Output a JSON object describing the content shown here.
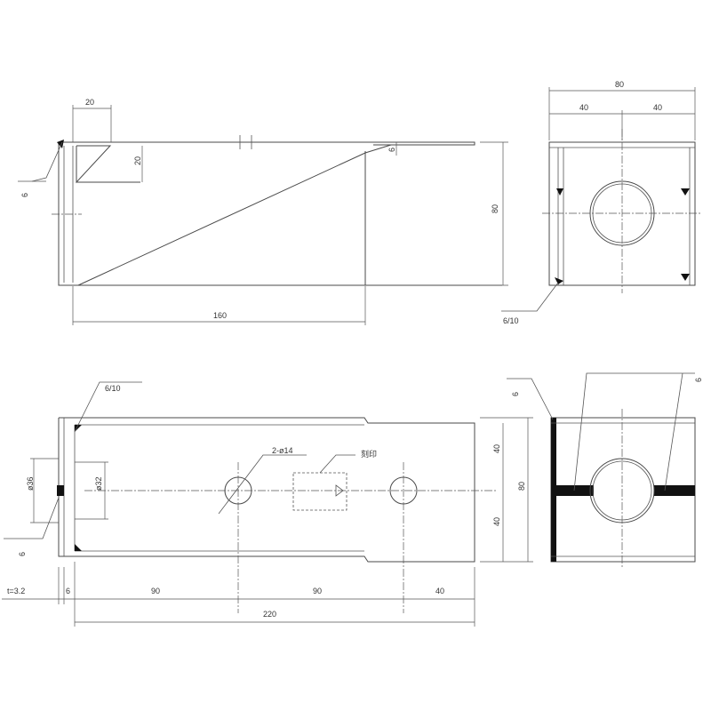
{
  "labels": {
    "top_w20": "20",
    "top_h20": "20",
    "top_thk6": "6",
    "top_len160": "160",
    "top_h80": "80",
    "side_w80": "80",
    "side_w40a": "40",
    "side_w40b": "40",
    "side_weld": "6/10",
    "bot_weld": "6/10",
    "bot_holes": "2-ø14",
    "bot_mark": "刻印",
    "bot_d36": "ø36",
    "bot_d32": "ø32",
    "bot_h40a": "40",
    "bot_h40b": "40",
    "bot_h80": "80",
    "bot_t": "t=3.2",
    "bot_6": "6",
    "bot_90a": "90",
    "bot_90b": "90",
    "bot_40": "40",
    "bot_220": "220",
    "weld_tl": "6",
    "weld_bl": "6",
    "weld_br_a": "6",
    "weld_br_b": "6"
  }
}
